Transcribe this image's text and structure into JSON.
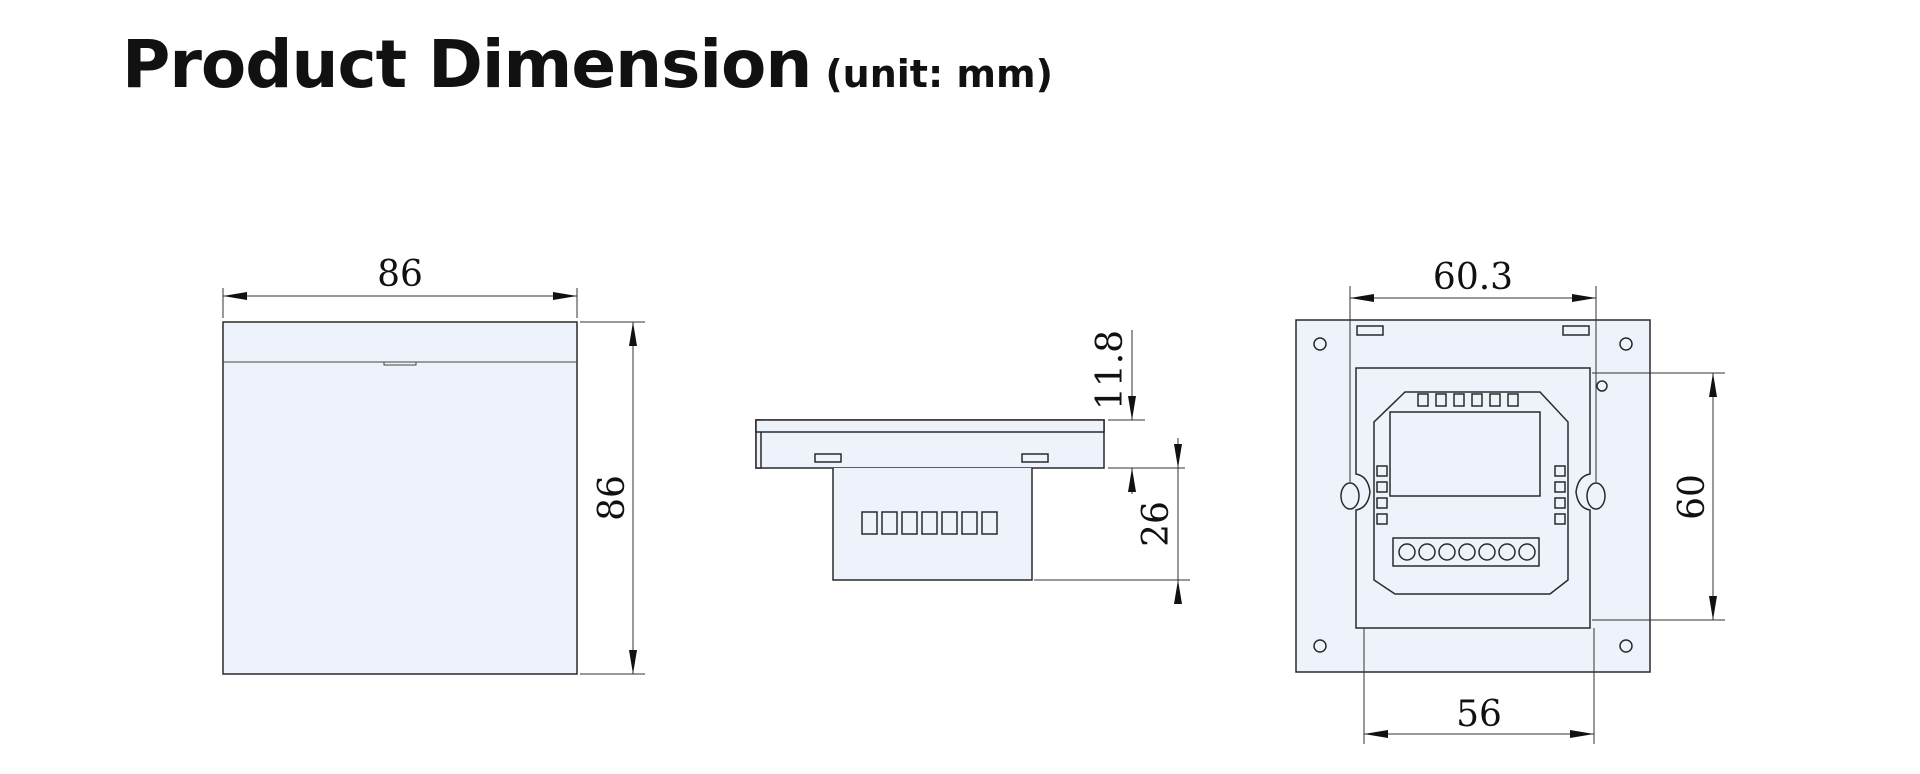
{
  "header": {
    "title": "Product Dimension",
    "unit": "(unit: mm)"
  },
  "front_view": {
    "width": "86",
    "height": "86"
  },
  "side_view": {
    "panel_thickness": "11.8",
    "body_depth": "26"
  },
  "back_view": {
    "hole_spacing_top": "60.3",
    "plate_height": "60",
    "plate_width": "56"
  },
  "colors": {
    "product_fill": "#eef2fa",
    "line": "#2a2a2a",
    "title": "#111111"
  }
}
